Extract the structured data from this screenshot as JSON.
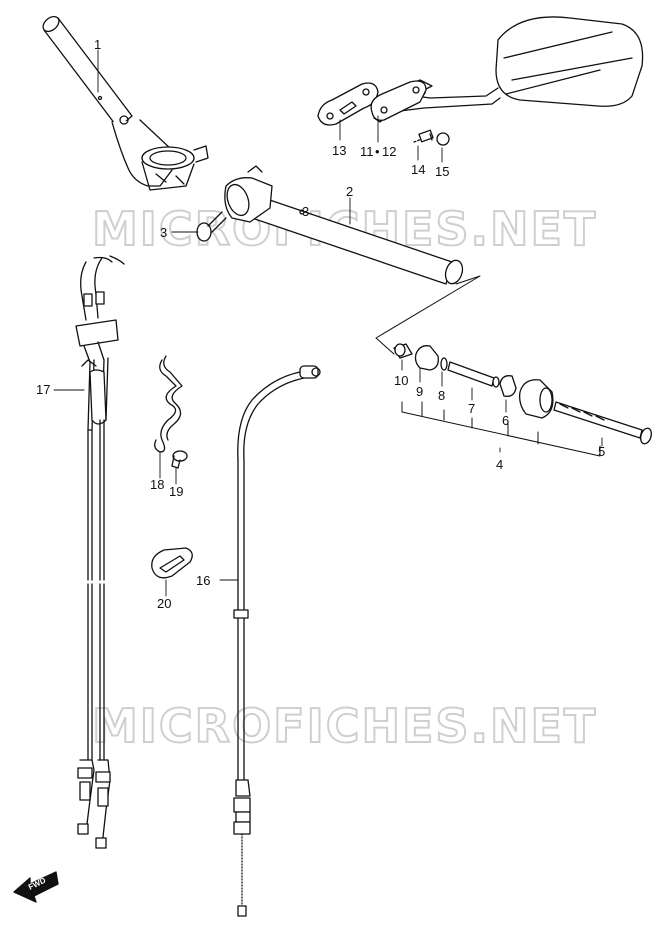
{
  "watermark": "MICROFICHES.NET",
  "fwd_label": "FWD",
  "parts": [
    {
      "num": "1"
    },
    {
      "num": "2"
    },
    {
      "num": "3"
    },
    {
      "num": "3"
    },
    {
      "num": "4"
    },
    {
      "num": "5"
    },
    {
      "num": "6"
    },
    {
      "num": "7"
    },
    {
      "num": "8"
    },
    {
      "num": "9"
    },
    {
      "num": "10"
    },
    {
      "num": "11"
    },
    {
      "num": "12"
    },
    {
      "num": "13"
    },
    {
      "num": "14"
    },
    {
      "num": "15"
    },
    {
      "num": "16"
    },
    {
      "num": "17"
    },
    {
      "num": "18"
    },
    {
      "num": "19"
    },
    {
      "num": "20"
    }
  ],
  "separators": {
    "between_11_12": "•"
  }
}
